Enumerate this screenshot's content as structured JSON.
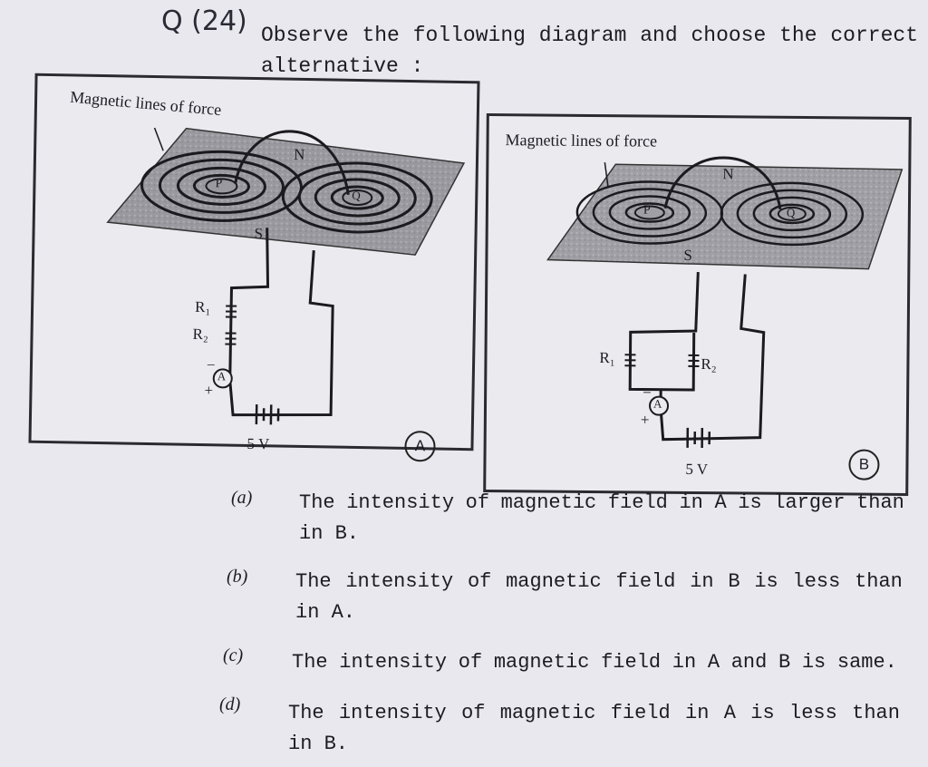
{
  "question": {
    "number": "Q (24)",
    "text_line1": [
      "Observe",
      "the",
      "following",
      "diagram",
      "and",
      "choose",
      "the",
      "correct"
    ],
    "text_line2": "alternative :"
  },
  "figures": [
    {
      "id": "A",
      "caption": "Magnetic lines of force",
      "badge": "A",
      "labels": {
        "n": "N",
        "s": "S",
        "p": "P",
        "q": "Q",
        "r1": "R₁",
        "r2": "R₂",
        "ammeter": "A",
        "plus": "+",
        "minus": "−",
        "voltage": "5 V"
      }
    },
    {
      "id": "B",
      "caption": "Magnetic lines of force",
      "badge": "B",
      "labels": {
        "n": "N",
        "s": "S",
        "p": "P",
        "q": "Q",
        "r1": "R₁",
        "r2": "R₂",
        "ammeter": "A",
        "plus": "+",
        "minus": "−",
        "voltage": "5 V"
      }
    }
  ],
  "options": [
    {
      "letter": "(a)",
      "line1": [
        "The",
        "intensity",
        "of",
        "magnetic",
        "field",
        "in",
        "A",
        "is",
        "larger",
        "than"
      ],
      "line2": "in B."
    },
    {
      "letter": "(b)",
      "line1": [
        "The",
        "intensity",
        "of",
        "magnetic",
        "field",
        "in",
        "B",
        "is",
        "less",
        "than"
      ],
      "line2": "in A."
    },
    {
      "letter": "(c)",
      "line1": [
        "The",
        "intensity",
        "of",
        "magnetic",
        "field",
        "in",
        "A",
        "and",
        "B",
        "is",
        "same."
      ],
      "line2": ""
    },
    {
      "letter": "(d)",
      "line1": [
        "The",
        "intensity",
        "of",
        "magnetic",
        "field",
        "in",
        "A",
        "is",
        "less",
        "than"
      ],
      "line2": "in B."
    }
  ]
}
